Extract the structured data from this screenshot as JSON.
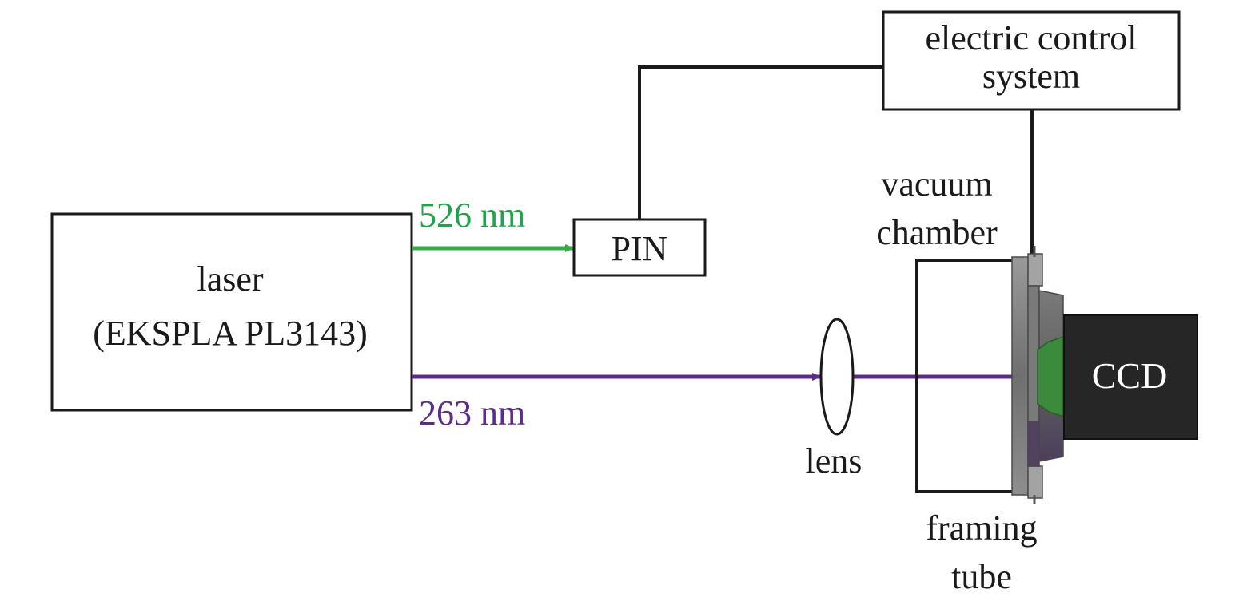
{
  "labels": {
    "laser_line1": "laser",
    "laser_line2": "(EKSPLA PL3143)",
    "pin": "PIN",
    "ecs_line1": "electric control",
    "ecs_line2": "system",
    "beam_green": "526 nm",
    "beam_purple": "263 nm",
    "lens": "lens",
    "vacuum_line1": "vacuum",
    "vacuum_line2": "chamber",
    "framing_line1": "framing",
    "framing_line2": "tube",
    "ccd": "CCD"
  },
  "colors": {
    "green_beam": "#3aa94a",
    "green_text": "#22a24b",
    "purple_beam": "#5b2c8a",
    "purple_text": "#5b2c8a",
    "stroke": "#1a1a1a",
    "ccd_fill": "#262626",
    "ccd_text": "#ffffff",
    "tube_gray": "#8a8a8a",
    "tube_green": "#3c8a3c",
    "tube_violet": "#4a3a5a"
  }
}
